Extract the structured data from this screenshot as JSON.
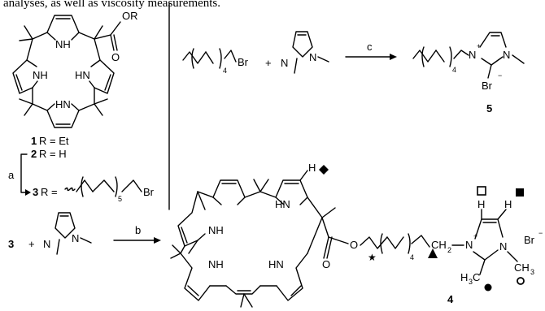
{
  "caption": "analyses, as well as viscosity measurements.",
  "compound1": {
    "number": "1",
    "label": "R = Et"
  },
  "compound2": {
    "number": "2",
    "label": "R = H"
  },
  "compound3": {
    "number": "3",
    "label": "R ="
  },
  "compound4": {
    "number": "4"
  },
  "compound5": {
    "number": "5"
  },
  "reaction_a": "a",
  "reaction_b": "b",
  "reaction_c": "c",
  "plus": "+",
  "atoms": {
    "nh": "NH",
    "hn": "HN",
    "n": "N",
    "h": "H",
    "o": "O",
    "or": "OR",
    "br": "Br",
    "ch2": "CH",
    "ch2_sub": "2",
    "h3c": "H",
    "h3c_sub": "3",
    "h3c_c": "C",
    "ch3": "CH",
    "ch3_sub": "3",
    "minus": "−",
    "plus_charge": "+"
  },
  "subscripts": {
    "chain4": "4",
    "chain5": "5"
  },
  "markers": [
    "diamond",
    "open-square",
    "filled-square",
    "star",
    "triangle",
    "filled-circle",
    "open-circle"
  ]
}
